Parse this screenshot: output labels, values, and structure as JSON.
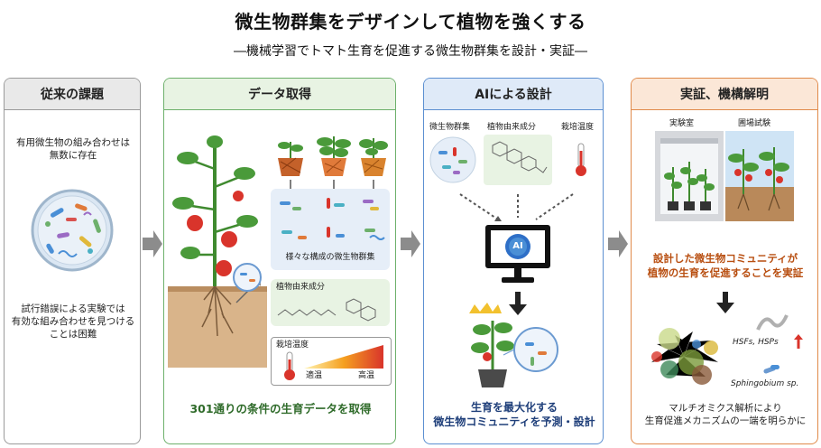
{
  "header": {
    "title": "微生物群集をデザインして植物を強くする",
    "subtitle": "―機械学習でトマト生育を促進する微生物群集を設計・実証―"
  },
  "panels": {
    "challenge": {
      "heading": "従来の課題",
      "text_top": [
        "有用微生物の組み合わせは",
        "無数に存在"
      ],
      "text_bottom": [
        "試行錯誤による実験では",
        "有効な組み合わせを見つける",
        "ことは困難"
      ]
    },
    "data": {
      "heading": "データ取得",
      "microbe_label": "様々な構成の微生物群集",
      "compound_label": "植物由来成分",
      "temp_label": "栽培温度",
      "temp_low": "適温",
      "temp_high": "高温",
      "footer": "301通りの条件の生育データを取得"
    },
    "ai": {
      "heading": "AIによる設計",
      "input_microbes": "微生物群集",
      "input_compounds": "植物由来成分",
      "input_temp": "栽培温度",
      "ai_badge": "AI",
      "footer": [
        "生育を最大化する",
        "微生物コミュニティを予測・設計"
      ]
    },
    "validation": {
      "heading": "実証、機構解明",
      "lab_label": "実験室",
      "field_label": "圃場試験",
      "result": [
        "設計した微生物コミュニティが",
        "植物の生育を促進することを実証"
      ],
      "gene_label": "HSFs, HSPs",
      "bacterium_label": "Sphingobium sp.",
      "footer": [
        "マルチオミクス解析により",
        "生育促進メカニズムの一端を明らかに"
      ]
    }
  },
  "colors": {
    "green_border": "#6db06b",
    "blue_border": "#5b8fd1",
    "orange_border": "#e08a4a",
    "gray_border": "#9a9a9a",
    "arrow": "#8c8c8c"
  }
}
